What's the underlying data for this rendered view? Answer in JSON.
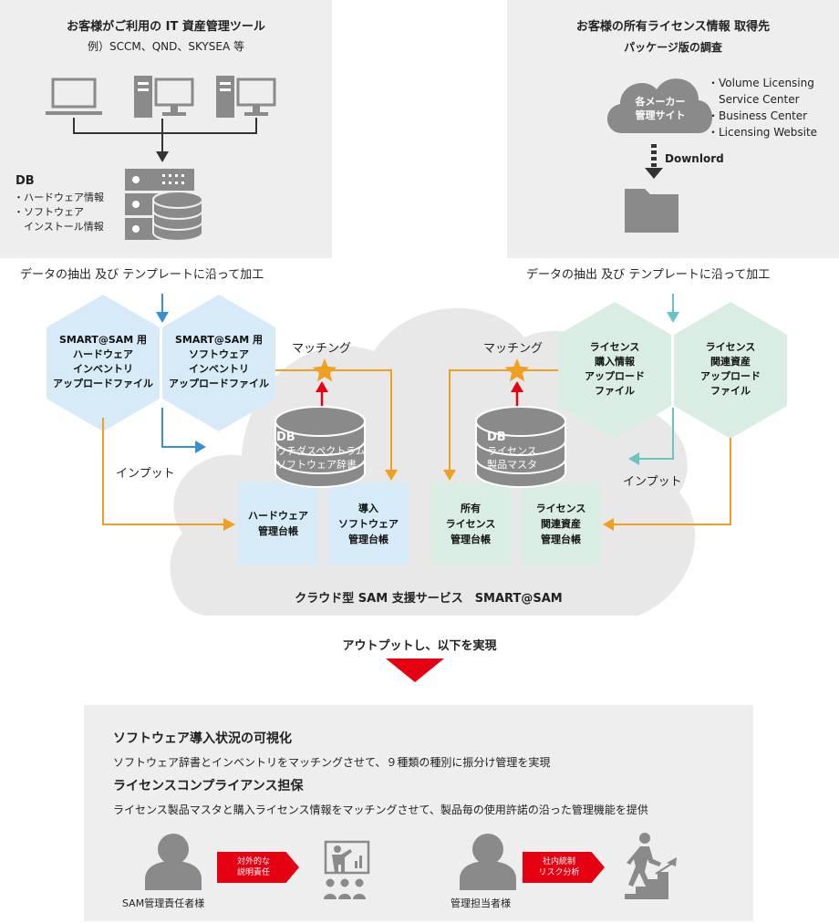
{
  "left_panel": {
    "title": "お客様がご利用の IT 資産管理ツール",
    "example": "例）SCCM、QND、SKYSEA 等",
    "db_label": "DB",
    "db_items": [
      "・ハードウェア情報",
      "・ソフトウェア",
      "　インストール情報"
    ]
  },
  "right_panel": {
    "title": "お客様の所有ライセンス情報 取得先",
    "subtitle": "パッケージ版の調査",
    "cloud_label_1": "各メーカー",
    "cloud_label_2": "管理サイト",
    "sites": [
      "・Volume Licensing",
      "　Service Center",
      "・Business Center",
      "・Licensing Website"
    ],
    "download_label": "Downlord"
  },
  "extract_label_left": "データの抽出 及び テンプレートに沿って加工",
  "extract_label_right": "データの抽出 及び テンプレートに沿って加工",
  "hexes": {
    "hw_upload": [
      "SMART@SAM 用",
      "ハードウェア",
      "インベントリ",
      "アップロードファイル"
    ],
    "sw_upload": [
      "SMART@SAM 用",
      "ソフトウェア",
      "インベントリ",
      "アップロードファイル"
    ],
    "lic_purchase": [
      "ライセンス",
      "購入情報",
      "アップロード",
      "ファイル"
    ],
    "lic_assets": [
      "ライセンス",
      "関連資産",
      "アップロード",
      "ファイル"
    ]
  },
  "matching_left": "マッチング",
  "matching_right": "マッチング",
  "input_left": "インプット",
  "input_right": "インプット",
  "db_left": [
    "DB",
    "ウチダスペクトラム",
    "ソフトウェア辞書"
  ],
  "db_right": [
    "DB",
    "ライセンス",
    "製品マスタ"
  ],
  "ledgers": {
    "hw": [
      "ハードウェア",
      "管理台帳"
    ],
    "sw": [
      "導入",
      "ソフトウェア",
      "管理台帳"
    ],
    "owned": [
      "所有",
      "ライセンス",
      "管理台帳"
    ],
    "lic_assets": [
      "ライセンス",
      "関連資産",
      "管理台帳"
    ]
  },
  "cloud_service_label": "クラウド型 SAM 支援サービス　SMART@SAM",
  "output_label": "アウトプットし、以下を実現",
  "results": {
    "heading_1": "ソフトウェア導入状況の可視化",
    "desc_1": "ソフトウェア辞書とインベントリをマッチングさせて、９種類の種別に振分け管理を実現",
    "heading_2": "ライセンスコンプライアンス担保",
    "desc_2": "ライセンス製品マスタと購入ライセンス情報をマッチングさせて、製品毎の使用許諾の沿った管理機能を提供",
    "tag_1": [
      "対外的な",
      "説明責任"
    ],
    "tag_2": [
      "社内統制",
      "リスク分析"
    ],
    "person_1": "SAM管理責任者様",
    "person_2": "管理担当者様"
  },
  "colors": {
    "blue_arrow": "#3a8fd4",
    "teal_arrow": "#6cc3c6",
    "orange": "#f0a020",
    "red": "#e50012",
    "icon_gray": "#8a8a8a",
    "hex_blue": "#d6eaf7",
    "hex_green": "#d9ede3",
    "cloud": "#e8e8e8"
  }
}
